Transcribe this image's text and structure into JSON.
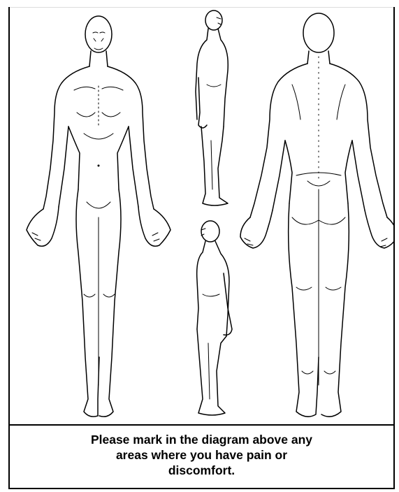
{
  "instruction": {
    "line1": "Please mark in the diagram above any",
    "line2": "areas where you have pain or",
    "line3": "discomfort."
  }
}
